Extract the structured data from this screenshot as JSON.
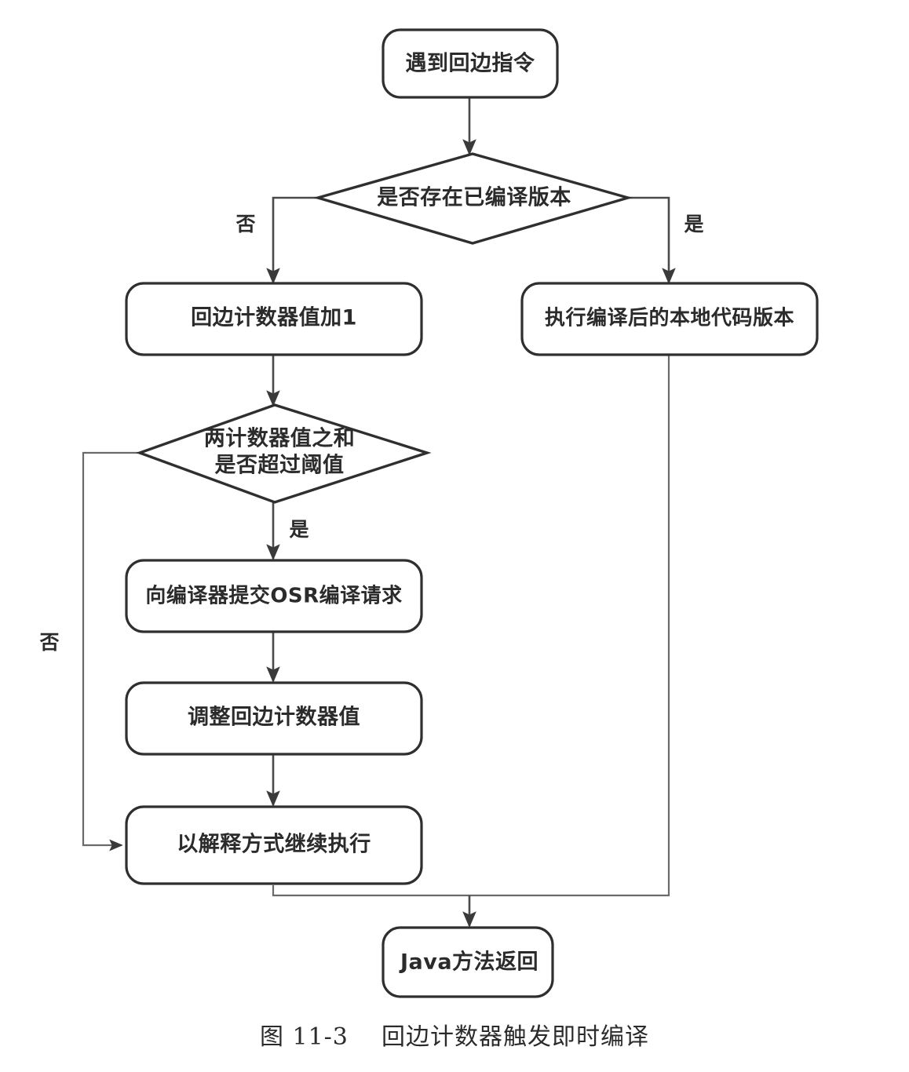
{
  "figure": {
    "caption": "图 11-3    回边计数器触发即时编译",
    "caption_number": "图 11-3",
    "caption_title": "回边计数器触发即时编译",
    "background_color": "#ffffff",
    "line_color": "#2f2f2f",
    "text_color": "#2b2b2b"
  },
  "chart_data": {
    "type": "flowchart",
    "title": "回边计数器触发即时编译",
    "nodes": [
      {
        "id": "start",
        "shape": "rounded-rect",
        "label": "遇到回边指令"
      },
      {
        "id": "has_compiled",
        "shape": "diamond",
        "label": "是否存在已编译版本"
      },
      {
        "id": "inc_counter",
        "shape": "rounded-rect",
        "label": "回边计数器值加1"
      },
      {
        "id": "run_native",
        "shape": "rounded-rect",
        "label": "执行编译后的本地代码版本"
      },
      {
        "id": "over_thresh",
        "shape": "diamond",
        "label": "两计数器值之和\n是否超过阈值",
        "label_line1": "两计数器值之和",
        "label_line2": "是否超过阈值"
      },
      {
        "id": "submit_osr",
        "shape": "rounded-rect",
        "label": "向编译器提交OSR编译请求"
      },
      {
        "id": "adjust",
        "shape": "rounded-rect",
        "label": "调整回边计数器值"
      },
      {
        "id": "interpret",
        "shape": "rounded-rect",
        "label": "以解释方式继续执行"
      },
      {
        "id": "return",
        "shape": "rounded-rect",
        "label": "Java方法返回"
      }
    ],
    "edges": [
      {
        "from": "start",
        "to": "has_compiled",
        "label": ""
      },
      {
        "from": "has_compiled",
        "to": "inc_counter",
        "label": "否"
      },
      {
        "from": "has_compiled",
        "to": "run_native",
        "label": "是"
      },
      {
        "from": "inc_counter",
        "to": "over_thresh",
        "label": ""
      },
      {
        "from": "over_thresh",
        "to": "submit_osr",
        "label": "是"
      },
      {
        "from": "over_thresh",
        "to": "interpret",
        "label": "否"
      },
      {
        "from": "submit_osr",
        "to": "adjust",
        "label": ""
      },
      {
        "from": "adjust",
        "to": "interpret",
        "label": ""
      },
      {
        "from": "interpret",
        "to": "return",
        "label": ""
      },
      {
        "from": "run_native",
        "to": "return",
        "label": ""
      }
    ]
  },
  "labels": {
    "start": "遇到回边指令",
    "has_compiled": "是否存在已编译版本",
    "inc_counter": "回边计数器值加1",
    "run_native": "执行编译后的本地代码版本",
    "over_thresh_line1": "两计数器值之和",
    "over_thresh_line2": "是否超过阈值",
    "submit_osr": "向编译器提交OSR编译请求",
    "adjust": "调整回边计数器值",
    "interpret": "以解释方式继续执行",
    "return": "Java方法返回",
    "no_1": "否",
    "yes_1": "是",
    "yes_2": "是",
    "no_2": "否"
  }
}
